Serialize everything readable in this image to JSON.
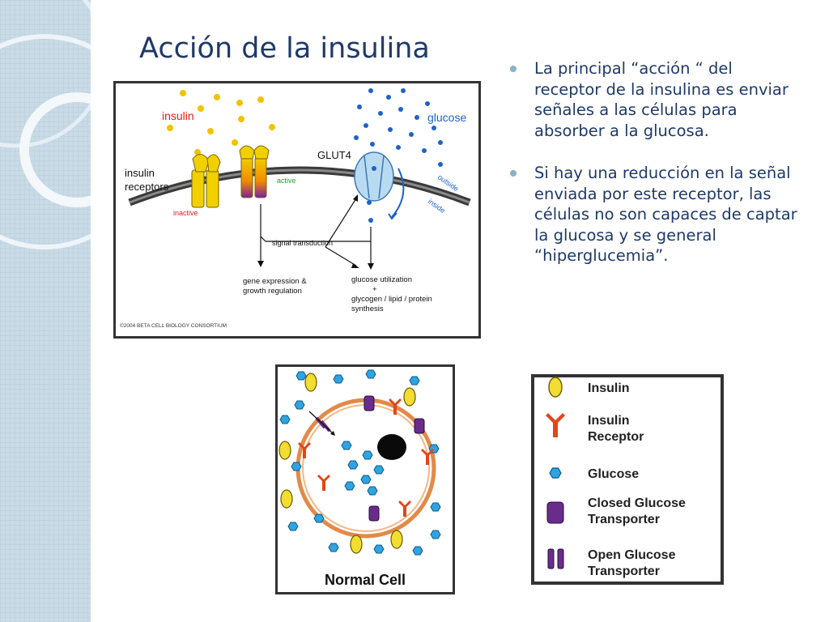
{
  "slide": {
    "title": "Acción de la insulina",
    "bullets": [
      "La principal “acción “ del receptor de la insulina es enviar señales a las células para absorber a la glucosa.",
      "Si hay una reducción en la señal enviada por este receptor, las células no son capaces de captar la glucosa y se general “hiperglucemia”."
    ]
  },
  "diagram1": {
    "insulin_label": "insulin",
    "glucose_label": "glucose",
    "glut4_label": "GLUT4",
    "receptors_label_1": "insulin",
    "receptors_label_2": "receptors",
    "inactive_label": "inactive",
    "active_label": "active",
    "outside_label": "outside",
    "inside_label": "inside",
    "signal_label": "signal transduction",
    "gene_label_1": "gene expression &",
    "gene_label_2": "growth regulation",
    "glucose_util_label_1": "glucose utilization",
    "glucose_util_label_2": "+",
    "glucose_util_label_3": "glycogen / lipid / protein",
    "glucose_util_label_4": "synthesis",
    "copyright": "©2004 BETA CELL BIOLOGY CONSORTIUM"
  },
  "diagram2": {
    "caption": "Normal Cell"
  },
  "legend": {
    "items": [
      {
        "label_1": "Insulin",
        "label_2": "",
        "icon": "insulin-oval-icon"
      },
      {
        "label_1": "Insulin",
        "label_2": "Receptor",
        "icon": "receptor-icon"
      },
      {
        "label_1": "Glucose",
        "label_2": "",
        "icon": "glucose-hexagon-icon"
      },
      {
        "label_1": "Closed Glucose",
        "label_2": "Transporter",
        "icon": "closed-transporter-icon"
      },
      {
        "label_1": "Open Glucose",
        "label_2": "Transporter",
        "icon": "open-transporter-icon"
      }
    ]
  },
  "colors": {
    "title": "#1f3a68",
    "insulin": "#f2d21f",
    "glucose": "#2f8fd8",
    "receptor": "#e2461a",
    "transporter": "#6a2c8a",
    "membrane": "#f3a05c"
  }
}
